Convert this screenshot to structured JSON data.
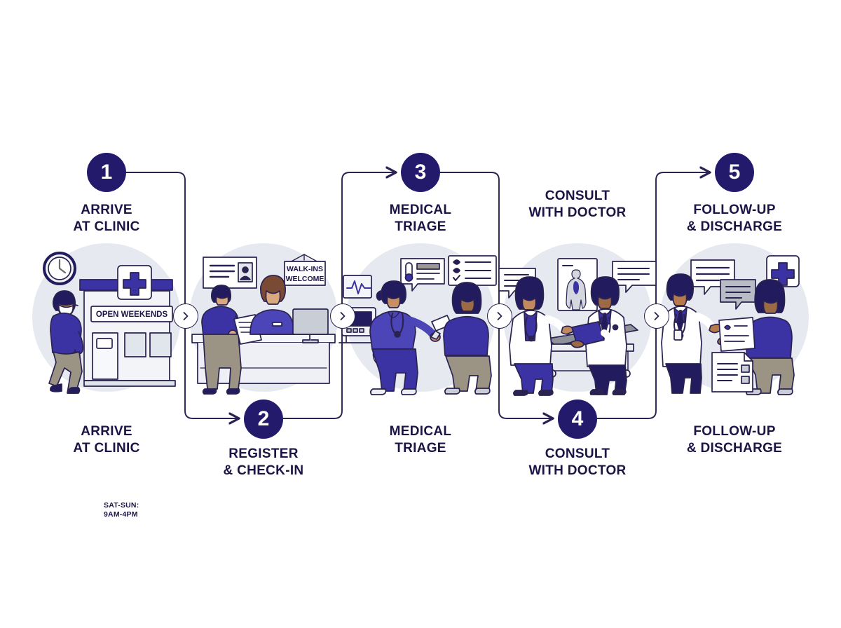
{
  "theme": {
    "navy": "#231a6b",
    "text_navy": "#1b1445",
    "scene_bg": "#e6e9ef",
    "line": "#2a2250",
    "page_bg": "#ffffff",
    "blue_uniform": "#4b45b8",
    "skin_light": "#d9a87e",
    "skin_dark": "#9c6b46"
  },
  "steps": [
    {
      "number": "1",
      "title_line1": "ARRIVE",
      "title_line2": "AT CLINIC",
      "badge_position": "top",
      "scene": "arrive-at-clinic",
      "signs": {
        "hours_line1": "SAT-SUN:",
        "hours_line2": "9AM-4PM",
        "storefront_banner": "OPEN WEEKENDS"
      }
    },
    {
      "number": "2",
      "title_line1": "REGISTER",
      "title_line2": "& CHECK-IN",
      "badge_position": "bottom",
      "scene": "register-and-check-in",
      "signs": {
        "wall_sign_line1": "WALK-INS",
        "wall_sign_line2": "WELCOME"
      }
    },
    {
      "number": "3",
      "title_line1": "MEDICAL",
      "title_line2": "TRIAGE",
      "badge_position": "top",
      "scene": "medical-triage",
      "signs": {}
    },
    {
      "number": "4",
      "title_line1": "CONSULT",
      "title_line2": "WITH DOCTOR",
      "badge_position": "bottom",
      "scene": "consult-with-doctor",
      "signs": {}
    },
    {
      "number": "5",
      "title_line1": "FOLLOW-UP",
      "title_line2": "& DISCHARGE",
      "badge_position": "top",
      "scene": "follow-up-and-discharge",
      "signs": {}
    }
  ],
  "connectors": {
    "chevron_glyph": "chevron-right-icon",
    "count": 4
  }
}
